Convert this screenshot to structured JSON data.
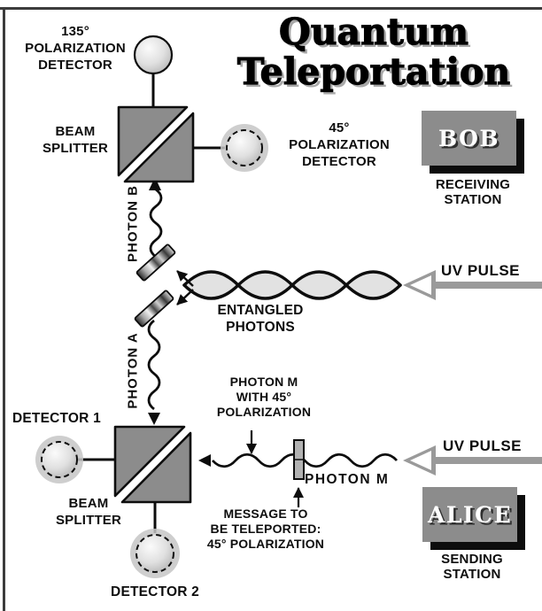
{
  "title": {
    "line1": "Quantum",
    "line2": "Teleportation"
  },
  "bob_station": {
    "name": "BOB",
    "role": {
      "line1": "RECEIVING",
      "line2": "STATION"
    }
  },
  "alice_station": {
    "name": "ALICE",
    "role": {
      "line1": "SENDING",
      "line2": "STATION"
    }
  },
  "labels": {
    "detector_135": {
      "line1": "135°",
      "line2": "POLARIZATION",
      "line3": "DETECTOR"
    },
    "detector_45": {
      "line1": "45°",
      "line2": "POLARIZATION",
      "line3": "DETECTOR"
    },
    "beam_splitter_top": {
      "line1": "BEAM",
      "line2": "SPLITTER"
    },
    "beam_splitter_bottom": {
      "line1": "BEAM",
      "line2": "SPLITTER"
    },
    "photon_b": "PHOTON B",
    "photon_a": "PHOTON A",
    "photon_m": "PHOTON M",
    "entangled_photons": {
      "line1": "ENTANGLED",
      "line2": "PHOTONS"
    },
    "uv_pulse_top": "UV PULSE",
    "uv_pulse_bottom": "UV PULSE",
    "photon_m_polarization": {
      "line1": "PHOTON M",
      "line2": "WITH 45°",
      "line3": "POLARIZATION"
    },
    "message": {
      "line1": "MESSAGE TO",
      "line2": "BE TELEPORTED:",
      "line3": "45° POLARIZATION"
    },
    "detector_1": "DETECTOR 1",
    "detector_2": "DETECTOR 2"
  },
  "colors": {
    "beam_splitter_gray": "#8c8c8c",
    "station_box_gray": "#8c8c8c",
    "uv_pulse_gray": "#9a9a9a",
    "entangled_lens_fill": "#e2e2e2",
    "outline_black": "#0d0d0d",
    "background": "#ffffff"
  }
}
